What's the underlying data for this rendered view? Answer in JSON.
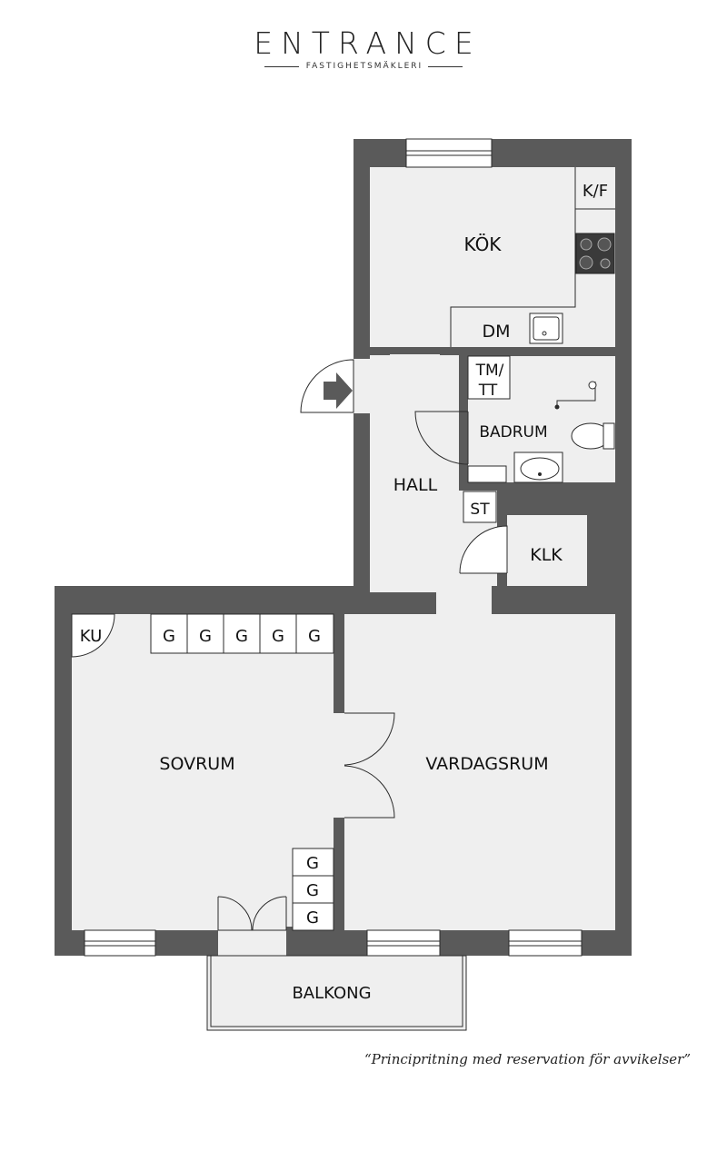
{
  "brand": {
    "name": "ENTRANCE",
    "tagline": "FASTIGHETSMÄKLERI"
  },
  "rooms": {
    "kok": "KÖK",
    "hall": "HALL",
    "badrum": "BADRUM",
    "klk": "KLK",
    "sovrum": "SOVRUM",
    "vardagsrum": "VARDAGSRUM",
    "balkong": "BALKONG"
  },
  "fixtures": {
    "kf": "K/F",
    "dm": "DM",
    "tm": "TM/",
    "tt": "TT",
    "st": "ST",
    "ku": "KU",
    "g": "G"
  },
  "disclaimer": "“Principritning med reservation för avvikelser”",
  "colors": {
    "wall": "#5a5a5a",
    "floor": "#efefef",
    "outline": "#2b2b2b"
  }
}
